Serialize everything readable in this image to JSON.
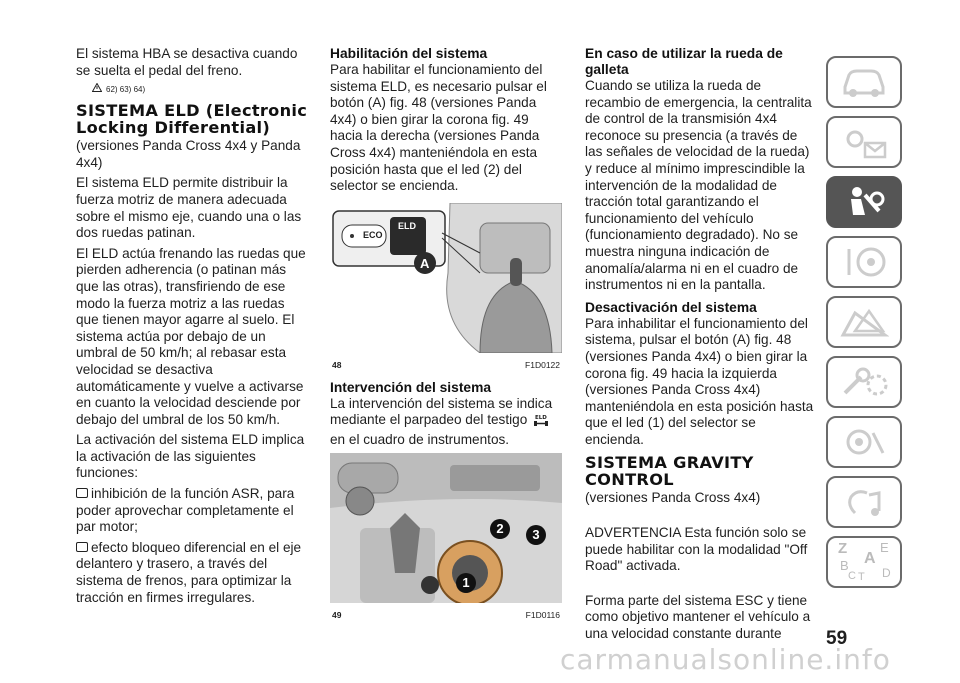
{
  "col1": {
    "intro": "El sistema HBA se desactiva cuando se suelta el pedal del freno.",
    "refs": "62) 63) 64)",
    "eld_heading": "SISTEMA ELD (Electronic Locking Differential)",
    "p1": "(versiones Panda Cross 4x4 y Panda 4x4)",
    "p2": "El sistema ELD permite distribuir la fuerza motriz de manera adecuada sobre el mismo eje, cuando una o las dos ruedas patinan.",
    "p3": "El ELD actúa frenando las ruedas que pierden adherencia (o patinan más que las otras), transfiriendo de ese modo la fuerza motriz a las ruedas que tienen mayor agarre al suelo. El sistema actúa por debajo de un umbral de 50 km/h; al rebasar esta velocidad se desactiva automáticamente y vuelve a activarse en cuanto la velocidad desciende por debajo del umbral de los 50 km/h.",
    "p4": "La activación del sistema ELD implica la activación de las siguientes funciones:",
    "b1": "inhibición de la función ASR, para poder aprovechar completamente el par motor;",
    "b2": "efecto bloqueo diferencial en el eje delantero y trasero, a través del sistema de frenos, para optimizar la tracción en firmes irregulares."
  },
  "col2": {
    "h_activation": "Habilitación del sistema",
    "p_activation": "Para habilitar el funcionamiento del sistema ELD, es necesario pulsar el botón (A) fig. 48 (versiones Panda 4x4) o bien girar la corona fig. 49 hacia la derecha (versiones Panda Cross 4x4) manteniéndola en esta posición hasta que el led (2) del selector se encienda.",
    "fig48_num": "48",
    "fig48_code": "F1D0122",
    "fig48_eco": "ECO",
    "fig48_eld": "ELD",
    "fig48_label_a": "A",
    "h_intervention": "Intervención del sistema",
    "p_intervention_a": "La intervención del sistema se indica mediante el parpadeo del testigo",
    "p_intervention_b": "en el cuadro de instrumentos.",
    "fig49_num": "49",
    "fig49_code": "F1D0116",
    "fig49_l1": "1",
    "fig49_l2": "2",
    "fig49_l3": "3"
  },
  "col3": {
    "h_wheel": "En caso de utilizar la rueda de galleta",
    "p_wheel": "Cuando se utiliza la rueda de recambio de emergencia, la centralita de control de la transmisión 4x4 reconoce su presencia (a través de las señales de velocidad de la rueda) y reduce al mínimo imprescindible la intervención de la modalidad de tracción total garantizando el funcionamiento del vehículo (funcionamiento degradado). No se muestra ninguna indicación de anomalía/alarma ni en el cuadro de instrumentos ni en la pantalla.",
    "h_deact": "Desactivación del sistema",
    "p_deact": "Para inhabilitar el funcionamiento del sistema, pulsar el botón (A) fig. 48 (versiones Panda 4x4) o bien girar la corona fig. 49 hacia la izquierda (versiones Panda Cross 4x4) manteniéndola en esta posición hasta que el led (1) del selector se encienda.",
    "h_gravity": "SISTEMA GRAVITY CONTROL",
    "p_gravity1": "(versiones Panda Cross 4x4)",
    "p_gravity2": "ADVERTENCIA Esta función solo se puede habilitar con la modalidad \"Off Road\" activada.",
    "p_gravity3": "Forma parte del sistema ESC y tiene como objetivo mantener el vehículo a una velocidad constante durante"
  },
  "page_number": "59",
  "watermark": "carmanualsonline.info",
  "sidebar_tabs": [
    "car-icon",
    "dashboard-lights-icon",
    "safety-icon",
    "starting-driving-icon",
    "warning-triangle-icon",
    "maintenance-icon",
    "technical-data-icon",
    "multimedia-icon",
    "index-icon"
  ],
  "index_letters": [
    "Z",
    "E",
    "A",
    "B",
    "C",
    "T",
    "D"
  ]
}
